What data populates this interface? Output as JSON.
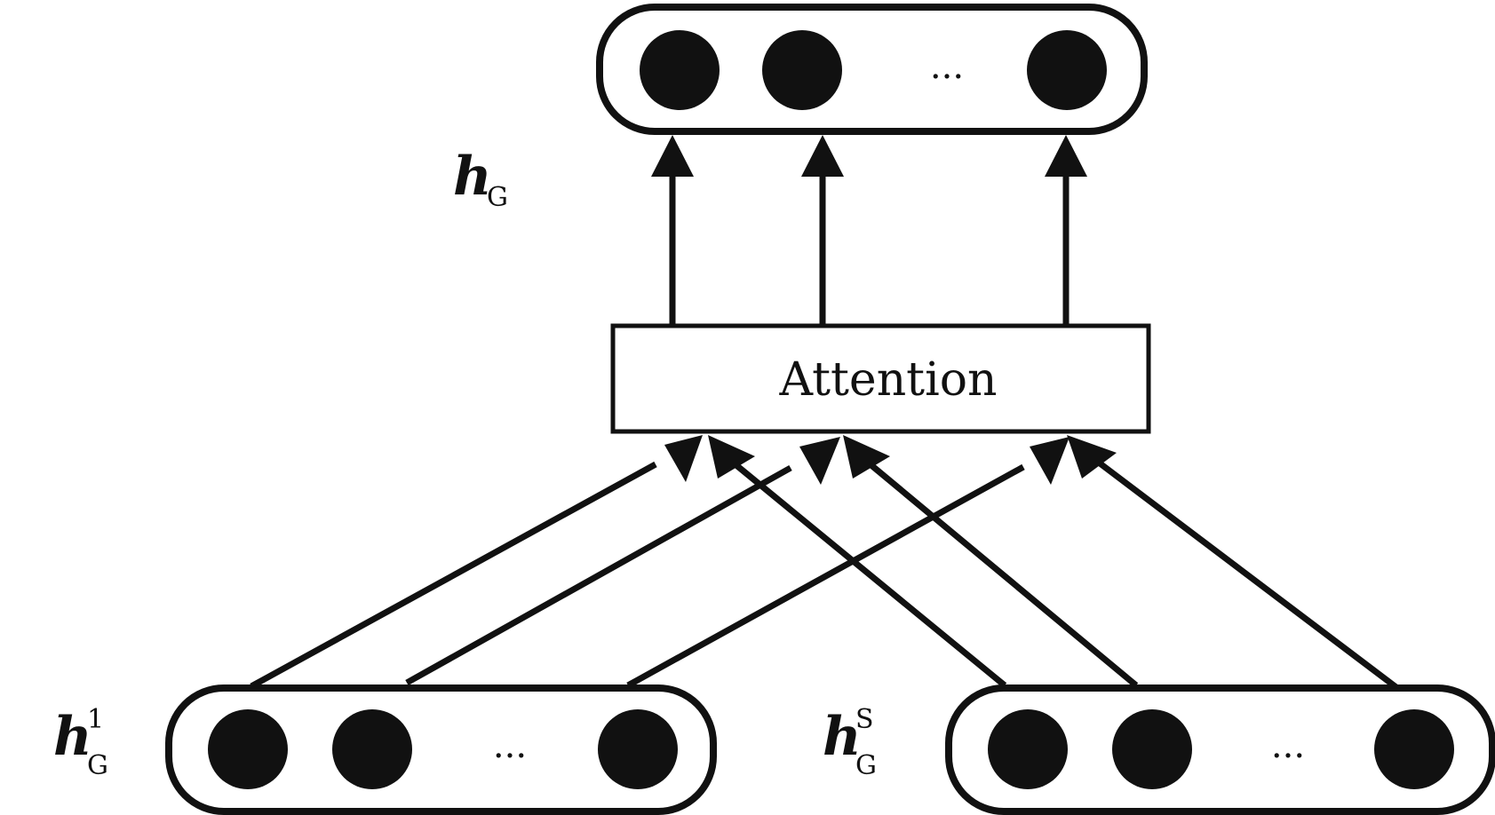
{
  "attention_box": {
    "label": "Attention"
  },
  "labels": {
    "output": {
      "main": "h",
      "sub": "G",
      "sup": ""
    },
    "input1": {
      "main": "h",
      "sub": "G",
      "sup": "1"
    },
    "input2": {
      "main": "h",
      "sub": "G",
      "sup": "S"
    }
  },
  "ellipsis": "..."
}
